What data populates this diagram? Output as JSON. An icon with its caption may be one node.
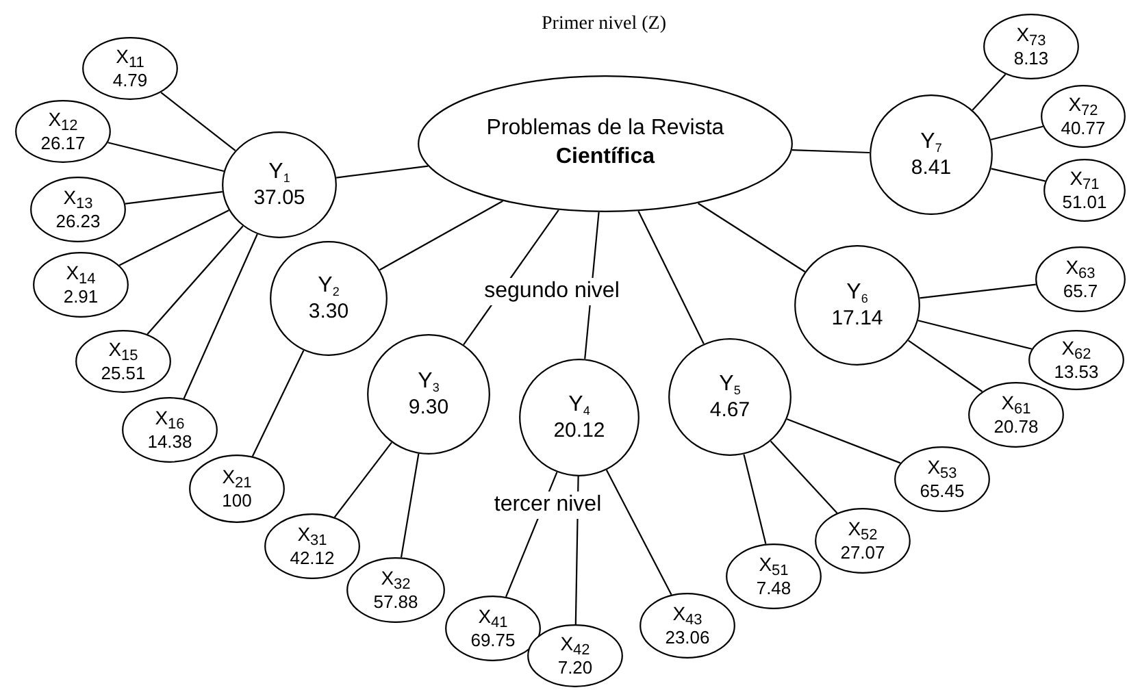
{
  "diagram": {
    "nodes": [
      {
        "text": [
          "Problemas de la Revista **Científica**"
        ]
      },
      {
        "text": [
          "Y$_{1}$",
          "37.05"
        ]
      },
      {
        "text": [
          "Y$_{2}$",
          "3.30"
        ]
      },
      {
        "text": [
          "Y$_{3}$",
          "9.30"
        ]
      },
      {
        "text": [
          "Y$_{4}$",
          "20.12"
        ]
      },
      {
        "text": [
          "Y$_{5}$",
          "4.67"
        ]
      },
      {
        "text": [
          "Y$_{6}$",
          "17.14"
        ]
      },
      {
        "text": [
          "Y$_{7}$",
          "8.41"
        ]
      },
      {
        "text": [
          "X$_{11}$",
          "4.79"
        ]
      },
      {
        "text": [
          "X$_{12}$",
          "26.17"
        ]
      },
      {
        "text": [
          "X$_{13}$",
          "26.23"
        ]
      },
      {
        "text": [
          "X$_{14}$",
          "2.91"
        ]
      },
      {
        "text": [
          "X$_{15}$",
          "25.51"
        ]
      },
      {
        "text": [
          "X$_{16}$",
          "14.38"
        ]
      },
      {
        "text": [
          "X$_{21}$",
          "100"
        ]
      },
      {
        "text": [
          "X$_{31}$",
          "42.12"
        ]
      },
      {
        "text": [
          "X$_{32}$",
          "57.88"
        ]
      },
      {
        "text": [
          "X$_{41}$",
          "69.75"
        ]
      },
      {
        "text": [
          "X$_{42}$",
          "7.20"
        ]
      },
      {
        "text": [
          "X$_{43}$",
          "23.06"
        ]
      },
      {
        "text": [
          "X$_{51}$",
          "7.48"
        ]
      },
      {
        "text": [
          "X$_{52}$",
          "27.07"
        ]
      },
      {
        "text": [
          "X$_{53}$",
          "65.45"
        ]
      },
      {
        "text": [
          "X$_{61}$",
          "20.78"
        ]
      },
      {
        "text": [
          "X$_{62}$",
          "13.53"
        ]
      },
      {
        "text": [
          "X$_{63}$",
          "65.7"
        ]
      },
      {
        "text": [
          "X$_{71}$",
          "51.01"
        ]
      },
      {
        "text": [
          "X$_{72}$",
          "40.77"
        ]
      },
      {
        "text": [
          "X$_{73}$",
          "8.13"
        ]
      }
    ],
    "edges": [
      {
        "from": 0,
        "to": 1,
        "arrow": "none"
      },
      {
        "from": 0,
        "to": 2,
        "arrow": "none"
      },
      {
        "from": 0,
        "to": 3,
        "arrow": "none"
      },
      {
        "from": 0,
        "to": 4,
        "arrow": "none"
      },
      {
        "from": 0,
        "to": 5,
        "arrow": "none"
      },
      {
        "from": 0,
        "to": 6,
        "arrow": "none"
      },
      {
        "from": 0,
        "to": 7,
        "arrow": "none"
      },
      {
        "from": 1,
        "to": 8,
        "arrow": "none"
      },
      {
        "from": 1,
        "to": 9,
        "arrow": "none"
      },
      {
        "from": 1,
        "to": 10,
        "arrow": "none"
      },
      {
        "from": 1,
        "to": 11,
        "arrow": "none"
      },
      {
        "from": 1,
        "to": 12,
        "arrow": "none"
      },
      {
        "from": 1,
        "to": 13,
        "arrow": "none"
      },
      {
        "from": 2,
        "to": 14,
        "arrow": "none"
      },
      {
        "from": 3,
        "to": 15,
        "arrow": "none"
      },
      {
        "from": 3,
        "to": 16,
        "arrow": "none"
      },
      {
        "from": 4,
        "to": 17,
        "arrow": "none"
      },
      {
        "from": 4,
        "to": 18,
        "arrow": "none"
      },
      {
        "from": 4,
        "to": 19,
        "arrow": "none"
      },
      {
        "from": 5,
        "to": 20,
        "arrow": "none"
      },
      {
        "from": 5,
        "to": 21,
        "arrow": "none"
      },
      {
        "from": 5,
        "to": 22,
        "arrow": "none"
      },
      {
        "from": 6,
        "to": 23,
        "arrow": "none"
      },
      {
        "from": 6,
        "to": 24,
        "arrow": "none"
      },
      {
        "from": 6,
        "to": 25,
        "arrow": "none"
      },
      {
        "from": 7,
        "to": 26,
        "arrow": "none"
      },
      {
        "from": 7,
        "to": 27,
        "arrow": "none"
      },
      {
        "from": 7,
        "to": 28,
        "arrow": "none"
      }
    ],
    "labels": [
      "Primer nivel (Z)",
      "segundo nivel",
      "tercer nivel"
    ]
  }
}
